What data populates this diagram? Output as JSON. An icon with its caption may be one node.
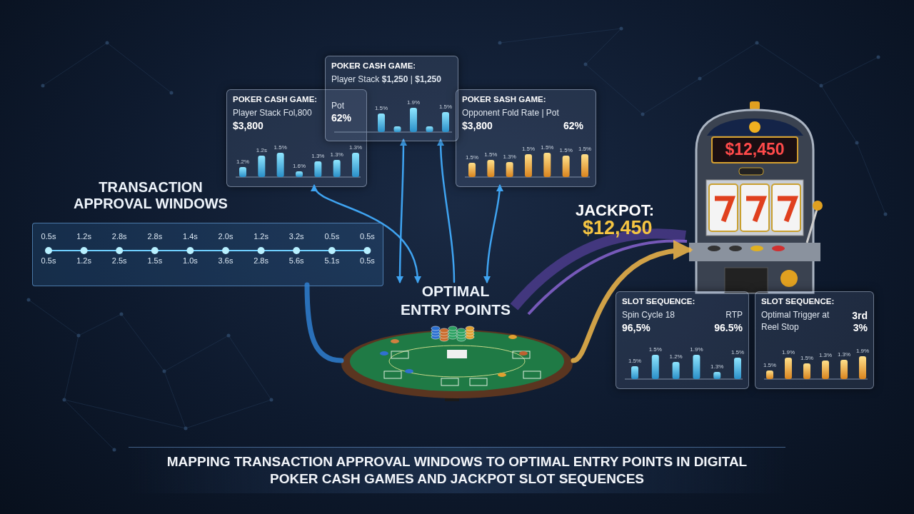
{
  "diagram": {
    "caption": "MAPPING TRANSACTION APPROVAL WINDOWS TO OPTIMAL ENTRY POINTS IN DIGITAL POKER CASH GAMES AND JACKPOT SLOT SEQUENCES",
    "nodes": [
      {
        "text": [
          "POKER CASH GAME:",
          "Player Stack Fol,800",
          "$3,800",
          "1.2%",
          "1.2s",
          "1.5%",
          "1.6%",
          "1.3%",
          "1.3%",
          "1.3%"
        ]
      },
      {
        "text": [
          "POKER CASH GAME:",
          "Player Stack **$1,250** | **$1,250**",
          "Pot",
          "62%",
          "1.5%",
          "1.9%",
          "1.5%"
        ]
      },
      {
        "text": [
          "POKER SASH GAME:",
          "Opponent Fold Rate | Pot",
          "$3,800",
          "62%",
          "1.5%",
          "1.5%",
          "1.3%",
          "1.5%",
          "1.5%",
          "1.5%",
          "1.5%"
        ]
      },
      {
        "text": [
          "TRANSACTION APPROVAL WINDOWS",
          "0.5s",
          "1.2s",
          "2.8s",
          "2.8s",
          "1.4s",
          "2.0s",
          "1.2s",
          "3.2s",
          "0.5s",
          "0.5s",
          "0.5s",
          "1.2s",
          "2.5s",
          "1.5s",
          "1.0s",
          "3.6s",
          "2.8s",
          "5.6s",
          "5.1s",
          "0.5s"
        ]
      },
      {
        "text": [
          "OPTIMAL ENTRY POINTS"
        ]
      },
      {
        "text": [],
        "shape": "picture"
      },
      {
        "text": [
          "$12,450"
        ]
      },
      {
        "text": [
          "SLOT SEQUENCE:",
          "Spin Cycle 18",
          "RTP",
          "96,5%",
          "96.5%",
          "1.5%",
          "1.5%",
          "1.2%",
          "1.9%",
          "1.3%",
          "1.5%"
        ]
      },
      {
        "text": [
          "SLOT SEQUENCE:",
          "Optimal Trigger at",
          "3rd",
          "Reel Stop",
          "3%",
          "1.5%",
          "1.9%",
          "1.5%",
          "1.3%",
          "1.3%",
          "1.9%"
        ]
      }
    ],
    "edges": [
      {
        "from": 0,
        "to": 4,
        "arrow": "both"
      },
      {
        "from": 1,
        "to": 4,
        "arrow": "both"
      },
      {
        "from": 4,
        "to": 1,
        "arrow": "to"
      },
      {
        "from": 4,
        "to": 2,
        "arrow": "both"
      },
      {
        "from": 3,
        "to": 5,
        "arrow": "none",
        "style": "thick",
        "color": "#2f7fd0"
      },
      {
        "from": 5,
        "to": 6,
        "arrow": "to",
        "style": "thick",
        "color": "#f2b84a"
      }
    ],
    "labels": [
      "JACKPOT:",
      "$12,450"
    ]
  }
}
